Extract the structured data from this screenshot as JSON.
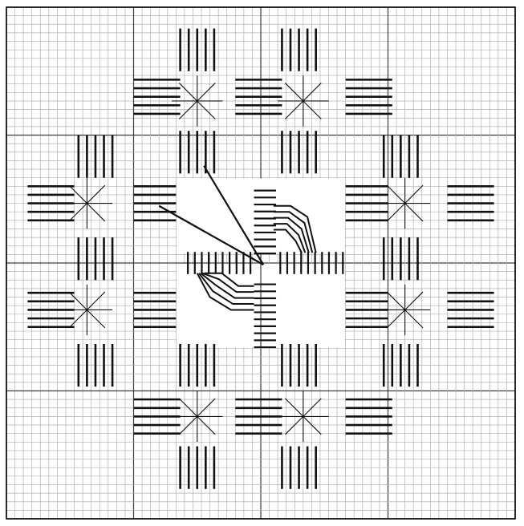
{
  "colors": {
    "background": "#ffffff",
    "grid_fine": "#b0b0b0",
    "grid_major": "#3a3a3a",
    "border": "#000000",
    "stitch": "#111111"
  },
  "grid": {
    "cells_per_side": 60,
    "major_every": 15,
    "border": true
  },
  "pattern": {
    "type": "needlepoint stitch chart",
    "motif_kinds": [
      "straight-stitch-bar-cluster",
      "star-eyelet",
      "fan-stitch",
      "long-diagonal-stitch"
    ],
    "star_eyelet_count": 8,
    "fan_stitch_count": 2,
    "long_diagonal_stitch_count": 2
  }
}
